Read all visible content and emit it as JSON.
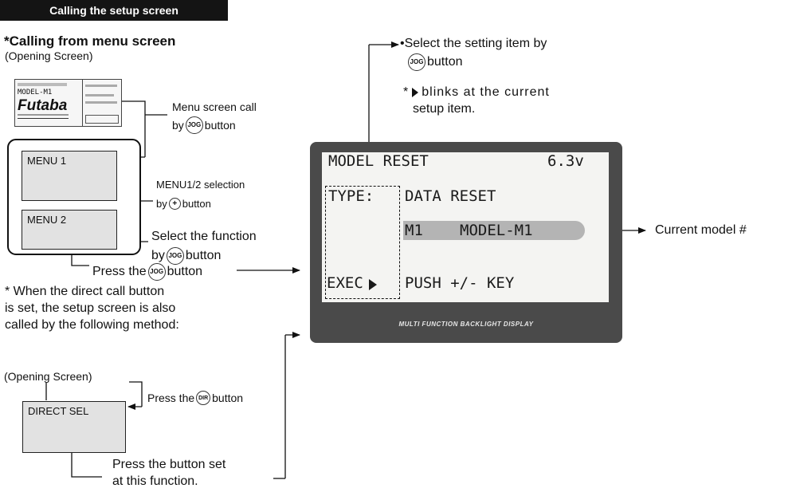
{
  "left": {
    "header": "Calling the setup screen",
    "section_title": "*Calling from menu screen",
    "opening_screen": "(Opening Screen)",
    "thumb_logo": "Futaba",
    "thumb_model": "MODEL-M1",
    "menu_call_line1": "Menu screen call",
    "menu_call_by": "by",
    "menu_call_button": "button",
    "menu1": "MENU 1",
    "menu2": "MENU 2",
    "menu12_line1": "MENU1/2 selection",
    "menu12_by": "by",
    "menu12_button": "button",
    "select_func_line1": "Select the function",
    "select_func_by": "by",
    "select_func_button": "button",
    "press_the": "Press the",
    "press_button": "button",
    "note_line1": "* When the direct call button",
    "note_line2": "is set, the setup screen is also",
    "note_line3": "called by the following method:",
    "opening_screen2": "(Opening Screen)",
    "press_dir_the": "Press the",
    "press_dir_button": "button",
    "direct_sel": "DIRECT SEL",
    "press_set_line1": "Press the button set",
    "press_set_line2": "at this function."
  },
  "buttons": {
    "jog": "JOG",
    "plus": "+",
    "dir": "DIR"
  },
  "right": {
    "select_item_line1": "•Select the setting item by",
    "select_item_button": "button",
    "blinks_prefix": "*",
    "blinks_line1": "blinks at the current",
    "blinks_line2": "setup item.",
    "current_model": "Current model #"
  },
  "lcd": {
    "row1_left": "MODEL RESET",
    "row1_right": "6.3v",
    "type_label": "TYPE:",
    "type_value": "DATA RESET",
    "model_num": "M1",
    "model_name": "MODEL-M1",
    "exec_label": "EXEC",
    "exec_value": "PUSH +/- KEY",
    "footer": "MULTI FUNCTION BACKLIGHT DISPLAY"
  },
  "colors": {
    "header_bg": "#141414",
    "menu_box": "#e2e2e2",
    "lcd_bezel": "#4a4a4a",
    "lcd_screen": "#f4f4f2",
    "lcd_highlight": "#b4b4b4"
  }
}
